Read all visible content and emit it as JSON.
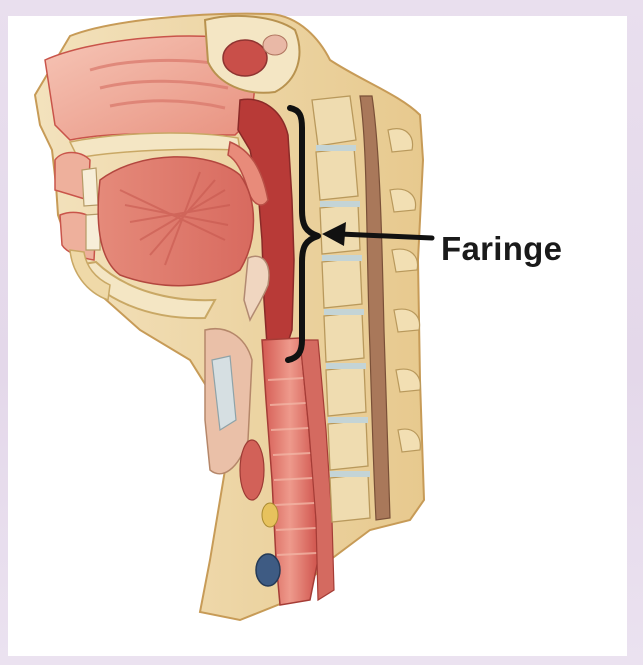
{
  "label": {
    "text": "Faringe"
  },
  "colors": {
    "background": "#e8dfee",
    "panel": "#ffffff",
    "flesh_light": "#f2b4a4",
    "flesh": "#e88b7a",
    "flesh_dark": "#c9544a",
    "cavity": "#b83a37",
    "bone": "#f4e6c4",
    "bone_outline": "#c9a865",
    "vertebra": "#efdcb0",
    "disc": "#c4d4d6",
    "skin": "#eed9b0",
    "skin_outline": "#c79b57",
    "dura": "#a9785a",
    "marker": "#111111"
  },
  "icons": {
    "pharynx_bracket": "curly-brace",
    "pointer": "left-arrow"
  }
}
